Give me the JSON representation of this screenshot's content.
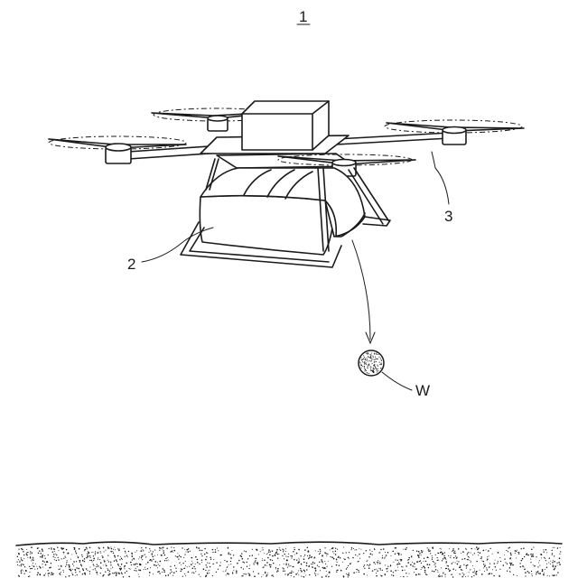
{
  "figure": {
    "labels": {
      "overall": "1",
      "container": "2",
      "rotor": "3",
      "object": "W"
    },
    "colors": {
      "line": "#1a1a1a",
      "background": "#ffffff"
    }
  }
}
